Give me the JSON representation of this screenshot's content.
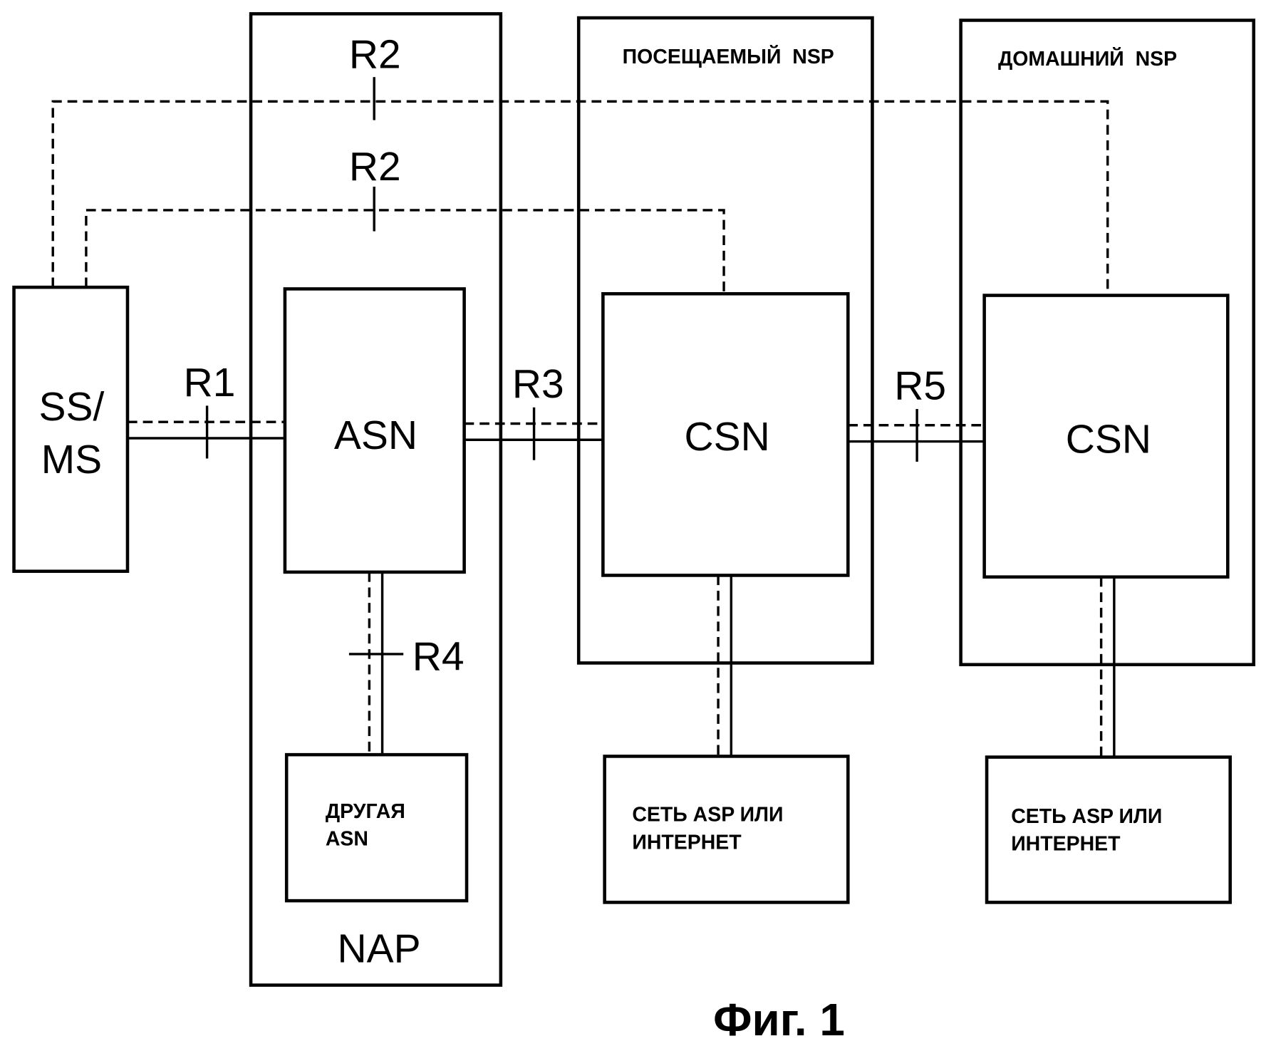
{
  "nodes": {
    "ss_ms": [
      "SS/",
      "MS"
    ],
    "asn": "ASN",
    "other_asn": [
      "ДРУГАЯ",
      "ASN"
    ],
    "nap": "NAP",
    "visited_nsp": "ПОСЕЩАЕМЫЙ  NSP",
    "home_nsp": "ДОМАШНИЙ  NSP",
    "csn_visited": "CSN",
    "csn_home": "CSN",
    "asp_visited": [
      "СЕТЬ ASP ИЛИ",
      "ИНТЕРНЕТ"
    ],
    "asp_home": [
      "СЕТЬ ASP ИЛИ",
      "ИНТЕРНЕТ"
    ]
  },
  "reference_points": {
    "r1": "R1",
    "r2_outer": "R2",
    "r2_inner": "R2",
    "r3": "R3",
    "r4": "R4",
    "r5": "R5"
  },
  "caption": "Фиг. 1"
}
